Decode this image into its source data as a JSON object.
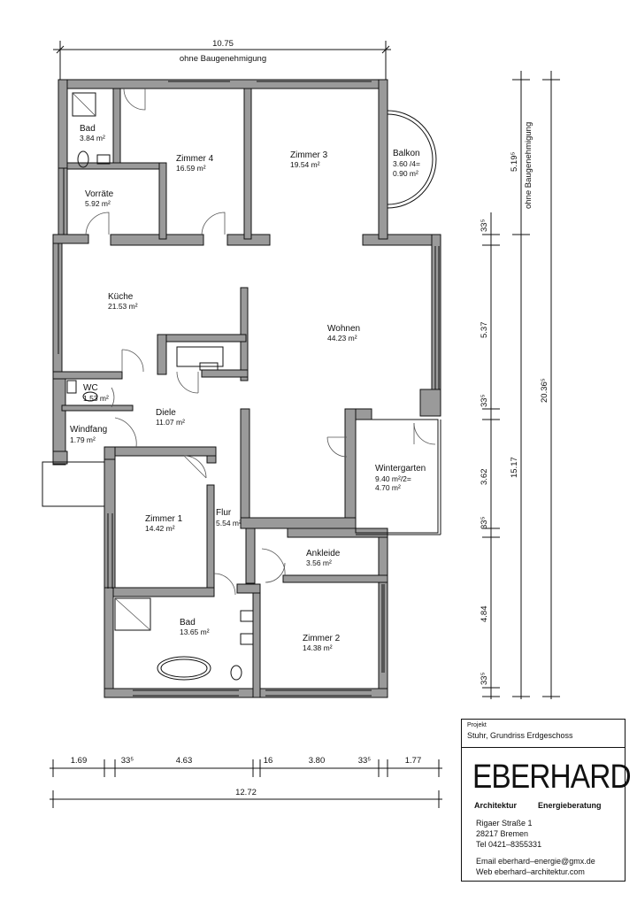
{
  "rooms": [
    {
      "id": "bad-top",
      "name": "Bad",
      "area": "3.84 m²"
    },
    {
      "id": "zimmer-4",
      "name": "Zimmer 4",
      "area": "16.59 m²"
    },
    {
      "id": "zimmer-3",
      "name": "Zimmer 3",
      "area": "19.54 m²"
    },
    {
      "id": "balkon",
      "name": "Balkon",
      "area": "3.60 /4=",
      "area2": "0.90 m²"
    },
    {
      "id": "vorraete",
      "name": "Vorräte",
      "area": "5.92 m²"
    },
    {
      "id": "kueche",
      "name": "Küche",
      "area": "21.53 m²"
    },
    {
      "id": "wohnen",
      "name": "Wohnen",
      "area": "44.23 m²"
    },
    {
      "id": "wc",
      "name": "WC",
      "area": "1.53 m²"
    },
    {
      "id": "diele",
      "name": "Diele",
      "area": "11.07 m²"
    },
    {
      "id": "windfang",
      "name": "Windfang",
      "area": "1.79 m²"
    },
    {
      "id": "wintergarten",
      "name": "Wintergarten",
      "area": "9.40 m²/2=",
      "area2": "4.70 m²"
    },
    {
      "id": "zimmer-1",
      "name": "Zimmer 1",
      "area": "14.42 m²"
    },
    {
      "id": "flur",
      "name": "Flur",
      "area": "5.54 m²"
    },
    {
      "id": "ankleide",
      "name": "Ankleide",
      "area": "3.56 m²"
    },
    {
      "id": "bad-bottom",
      "name": "Bad",
      "area": "13.65 m²"
    },
    {
      "id": "zimmer-2",
      "name": "Zimmer 2",
      "area": "14.38 m²"
    }
  ],
  "dimensions": {
    "top_total": "10.75",
    "top_note": "ohne Baugenehmigung",
    "bottom_segments": [
      "1.69",
      "33⁵",
      "4.63",
      "16",
      "3.80",
      "33⁵",
      "1.77"
    ],
    "bottom_total": "12.72",
    "right_inner": [
      "33⁵",
      "5.37",
      "33⁵",
      "3.62",
      "33⁵",
      "4.84",
      "33⁵"
    ],
    "right_mid": "15.17",
    "right_outer_top": "5.19⁵",
    "right_outer_note": "ohne Baugenehmigung",
    "right_outer_total": "20.36⁵"
  },
  "titleblock": {
    "project_label": "Projekt",
    "project_name": "Stuhr, Grundriss Erdgeschoss",
    "brand": "EBERHARD",
    "sub_left": "Architektur",
    "sub_right": "Energieberatung",
    "address_street": "Rigaer Straße 1",
    "address_city": "28217 Bremen",
    "phone": "Tel  0421–8355331",
    "email": "Email  eberhard–energie@gmx.de",
    "web": "Web  eberhard–architektur.com"
  }
}
